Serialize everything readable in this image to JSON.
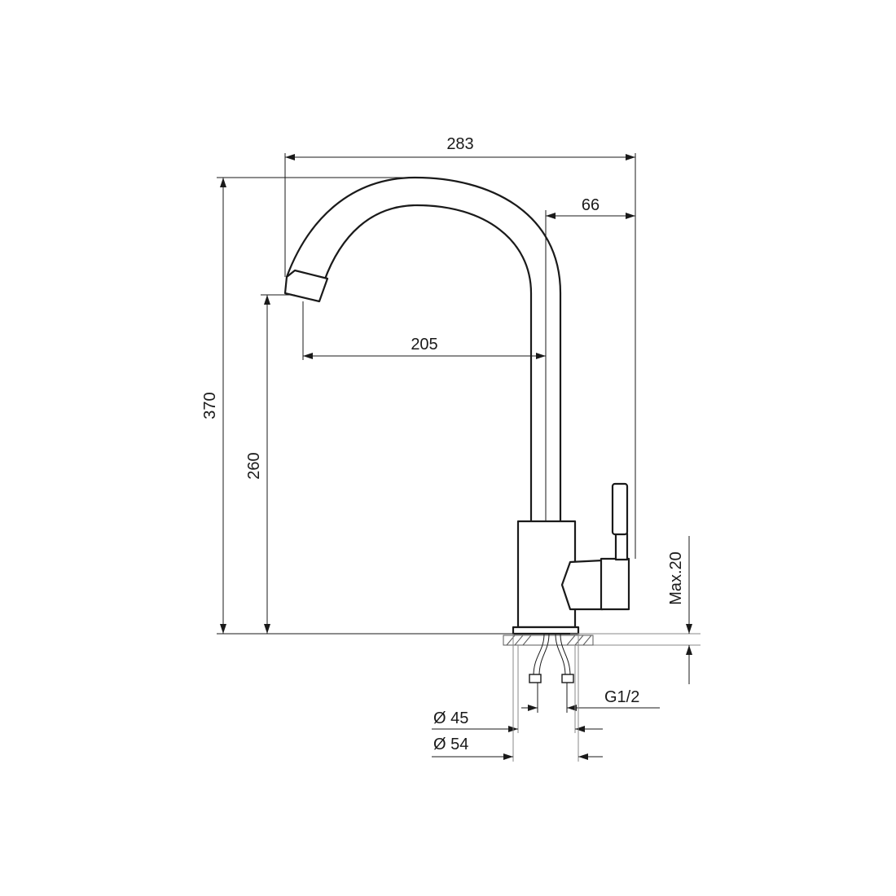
{
  "dimensions": {
    "overall_width": "283",
    "overall_height": "370",
    "spout_reach": "205",
    "spout_height": "260",
    "handle_offset": "66",
    "max_thickness": "Max.20",
    "thread": "G1/2",
    "hole_diameter": "Ø 45",
    "base_diameter": "Ø 54"
  },
  "colors": {
    "line": "#1a1a1a",
    "background": "#ffffff"
  }
}
